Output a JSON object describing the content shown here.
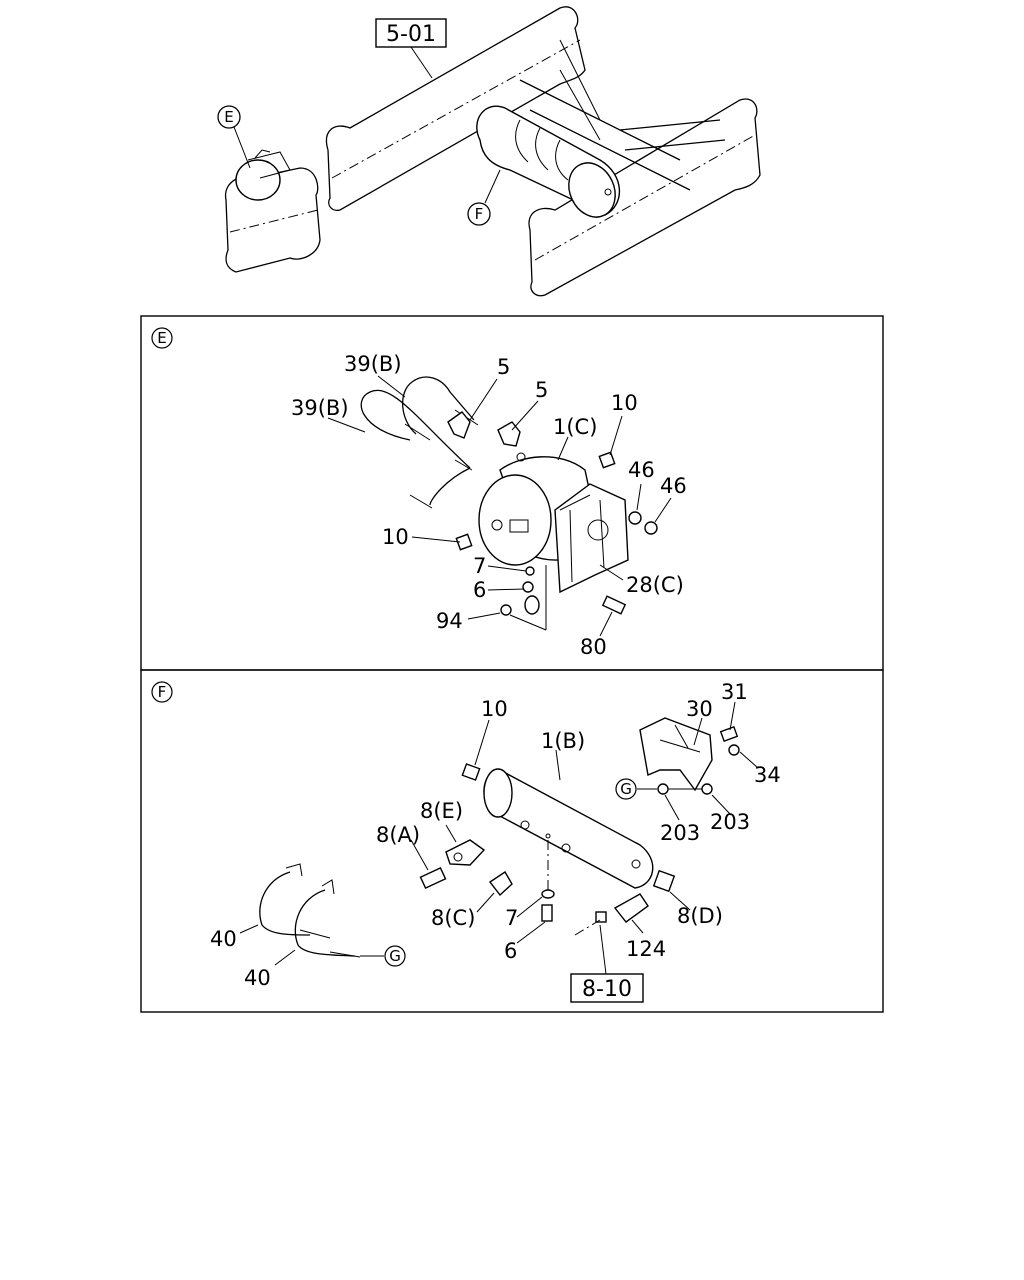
{
  "overview": {
    "ref_box": "5-01",
    "callout_e": "E",
    "callout_f": "F"
  },
  "panel_e": {
    "letter": "E",
    "labels": {
      "l39b_upper": "39(B)",
      "l39b_lower": "39(B)",
      "l5_left": "5",
      "l5_right": "5",
      "l1c": "1(C)",
      "l10_right": "10",
      "l46_left": "46",
      "l46_right": "46",
      "l10_left": "10",
      "l7": "7",
      "l6": "6",
      "l28c": "28(C)",
      "l94": "94",
      "l80": "80"
    }
  },
  "panel_f": {
    "letter": "F",
    "labels": {
      "l10": "10",
      "l1b": "1(B)",
      "l31": "31",
      "l30": "30",
      "l34": "34",
      "g_callout": "G",
      "l203_left": "203",
      "l203_right": "203",
      "l8e": "8(E)",
      "l8a": "8(A)",
      "l8c": "8(C)",
      "l7": "7",
      "l6": "6",
      "l8d": "8(D)",
      "l124": "124",
      "ref_box": "8-10",
      "l40_upper": "40",
      "l40_lower": "40",
      "g_callout_strap": "G"
    }
  }
}
